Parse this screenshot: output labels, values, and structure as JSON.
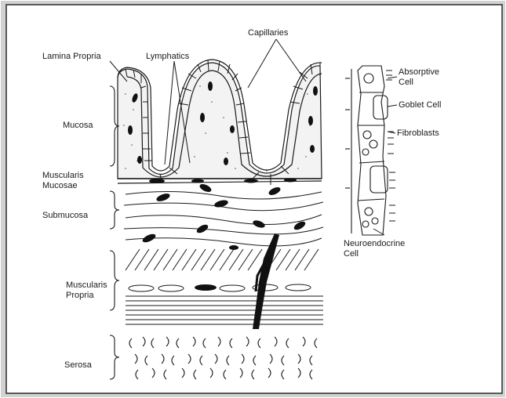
{
  "labels": {
    "capillaries": "Capillaries",
    "lamina_propria": "Lamina Propria",
    "lymphatics": "Lymphatics",
    "mucosa": "Mucosa",
    "muscularis_mucosae_1": "Muscularis",
    "muscularis_mucosae_2": "Mucosae",
    "submucosa": "Submucosa",
    "muscularis_propria_1": "Muscularis",
    "muscularis_propria_2": "Propria",
    "serosa": "Serosa",
    "absorptive_1": "Absorptive",
    "absorptive_2": "Cell",
    "goblet": "Goblet Cell",
    "fibroblasts": "Fibroblasts",
    "neuroendocrine_1": "Neuroendocrine",
    "neuroendocrine_2": "Cell"
  },
  "colors": {
    "frame_background": "#c9c9c9",
    "ink": "#1a1a1a",
    "paper": "#ffffff"
  }
}
